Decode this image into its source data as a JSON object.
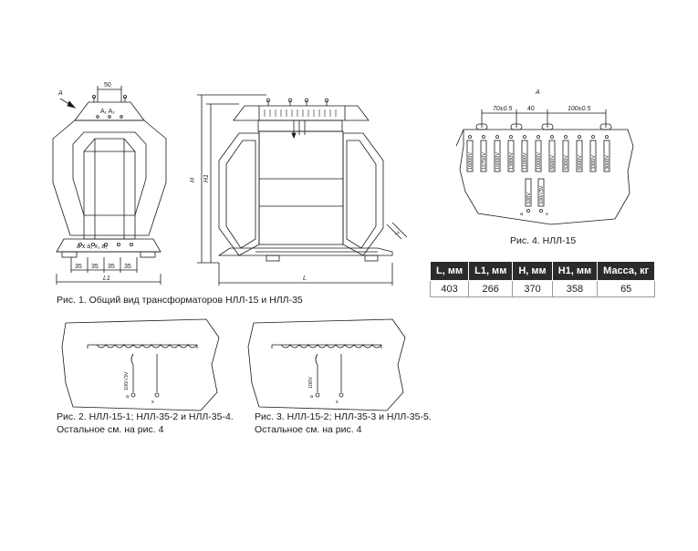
{
  "captions": {
    "fig1": "Рис. 1. Общий вид трансформаторов НЛЛ-15 и НЛЛ-35",
    "fig2": [
      "Рис. 2. НЛЛ-15-1; НЛЛ-35-2 и НЛЛ-35-4.",
      "Остальное см. на рис. 4"
    ],
    "fig3": [
      "Рис. 3. НЛЛ-15-2; НЛЛ-35-3 и НЛЛ-35-5.",
      "Остальное см. на рис. 4"
    ],
    "fig4": "Рис. 4. НЛЛ-15"
  },
  "fig1_labels": {
    "view": "A",
    "top_width": "50",
    "terminals": "A₁  A₂",
    "pitches": [
      "35",
      "35",
      "35",
      "35"
    ],
    "L1": "L1",
    "L": "L",
    "H": "H",
    "H1": "H1",
    "low_terminals": "a  x  a₁ x₁  a₂"
  },
  "fig4_labels": {
    "view": "A",
    "dims": [
      "70±0.5",
      "40",
      "100±0.5"
    ],
    "taps": [
      "16000V",
      "15750V",
      "15000V",
      "13800V",
      "11000V",
      "10000V",
      "6600V",
      "6300V",
      "6000V",
      "3300V",
      "3000V"
    ],
    "secondary": [
      "100V",
      "100/√3V"
    ],
    "ax": [
      "a",
      "x"
    ]
  },
  "fig2_labels": {
    "secondary": "100/√3V",
    "ax": [
      "a",
      "x"
    ]
  },
  "fig3_labels": {
    "secondary": "100V",
    "ax": [
      "a",
      "x"
    ]
  },
  "table": {
    "headers": [
      "L, мм",
      "L1, мм",
      "H, мм",
      "H1, мм",
      "Масса, кг"
    ],
    "row": [
      "403",
      "266",
      "370",
      "358",
      "65"
    ]
  }
}
